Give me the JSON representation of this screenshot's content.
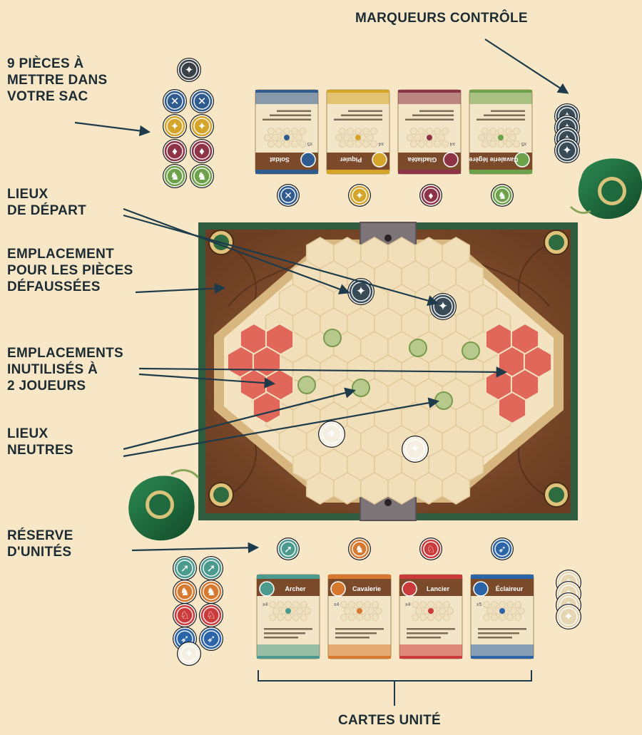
{
  "labels": {
    "control_markers": "MARQUEURS CONTRÔLE",
    "bag_pieces": "9 PIÈCES À\nMETTRE DANS\nVOTRE SAC",
    "start_locations": "LIEUX\nDE DÉPART",
    "discard_area": "EMPLACEMENT\nPOUR LES PIÈCES\nDÉFAUSSÉES",
    "unused_2p": "EMPLACEMENTS\nINUTILISÉS À\n2 JOUEURS",
    "neutral_locations": "LIEUX\nNEUTRES",
    "unit_reserve": "RÉSERVE\nD'UNITÉS",
    "unit_cards": "CARTES UNITÉ"
  },
  "top_cards": [
    {
      "name": "Soldat",
      "color": "#2f5b8f",
      "count": "x5"
    },
    {
      "name": "Piquier",
      "color": "#d4a52a",
      "count": "x4"
    },
    {
      "name": "Gladiatéa",
      "color": "#8d3448",
      "count": "x4"
    },
    {
      "name": "Cavalerie légère",
      "color": "#6ea24a",
      "count": "x5"
    }
  ],
  "bottom_cards": [
    {
      "name": "Archer",
      "color": "#4c9a8d",
      "count": "x4"
    },
    {
      "name": "Cavalerie",
      "color": "#d6782d",
      "count": "x4"
    },
    {
      "name": "Lancier",
      "color": "#cc3b3b",
      "count": "x4"
    },
    {
      "name": "Éclaireur",
      "color": "#2c64a8",
      "count": "x5"
    }
  ],
  "colors": {
    "background": "#f7e7c6",
    "board_green": "#2f5b3e",
    "wood": "#7b4a2b",
    "hex_light": "#f1dfba",
    "hex_red": "#e0675a",
    "bag_green": "#1f6b3f"
  }
}
